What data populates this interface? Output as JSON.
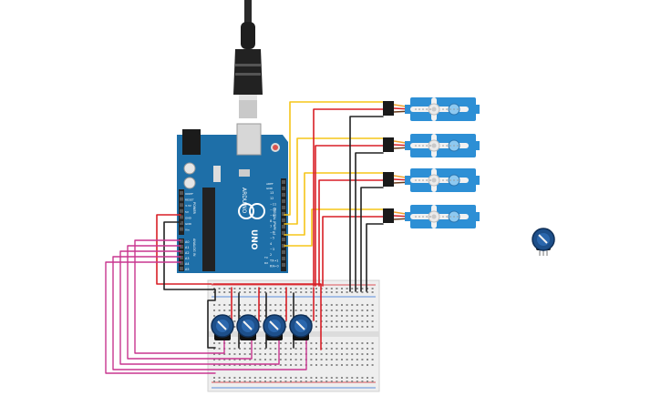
{
  "arduino": {
    "brand_vertical": "ARDUINO",
    "model_vertical": "UNO",
    "digital_label": "DIGITAL (PWM ~)",
    "analog_label": "ANALOG IN",
    "power_label": "POWER",
    "aref_label": "AREF",
    "gnd_label": "GND",
    "tx_label": "TX",
    "rx_label": "RX",
    "digital_pins": [
      "13",
      "12",
      "~11",
      "~10",
      "~9",
      "8",
      "7",
      "~6",
      "~5",
      "4",
      "~3",
      "2",
      "TX→1",
      "RX←0"
    ],
    "analog_pins": [
      "A0",
      "A1",
      "A2",
      "A3",
      "A4",
      "A5"
    ],
    "power_pins": [
      "IOREF",
      "RESET",
      "3.3V",
      "5V",
      "GND",
      "GND",
      "Vin"
    ]
  },
  "components": {
    "servo_count": 4,
    "pot_count": 5
  },
  "colors": {
    "board": "#1e6fa8",
    "board_dark": "#15517d",
    "servo": "#2d8fd5",
    "pot": "#1d4f8a",
    "wire_red": "#d81f26",
    "wire_yellow": "#f5c518",
    "wire_black": "#222222",
    "wire_magenta": "#c8358f",
    "breadboard": "#eeeeee"
  }
}
